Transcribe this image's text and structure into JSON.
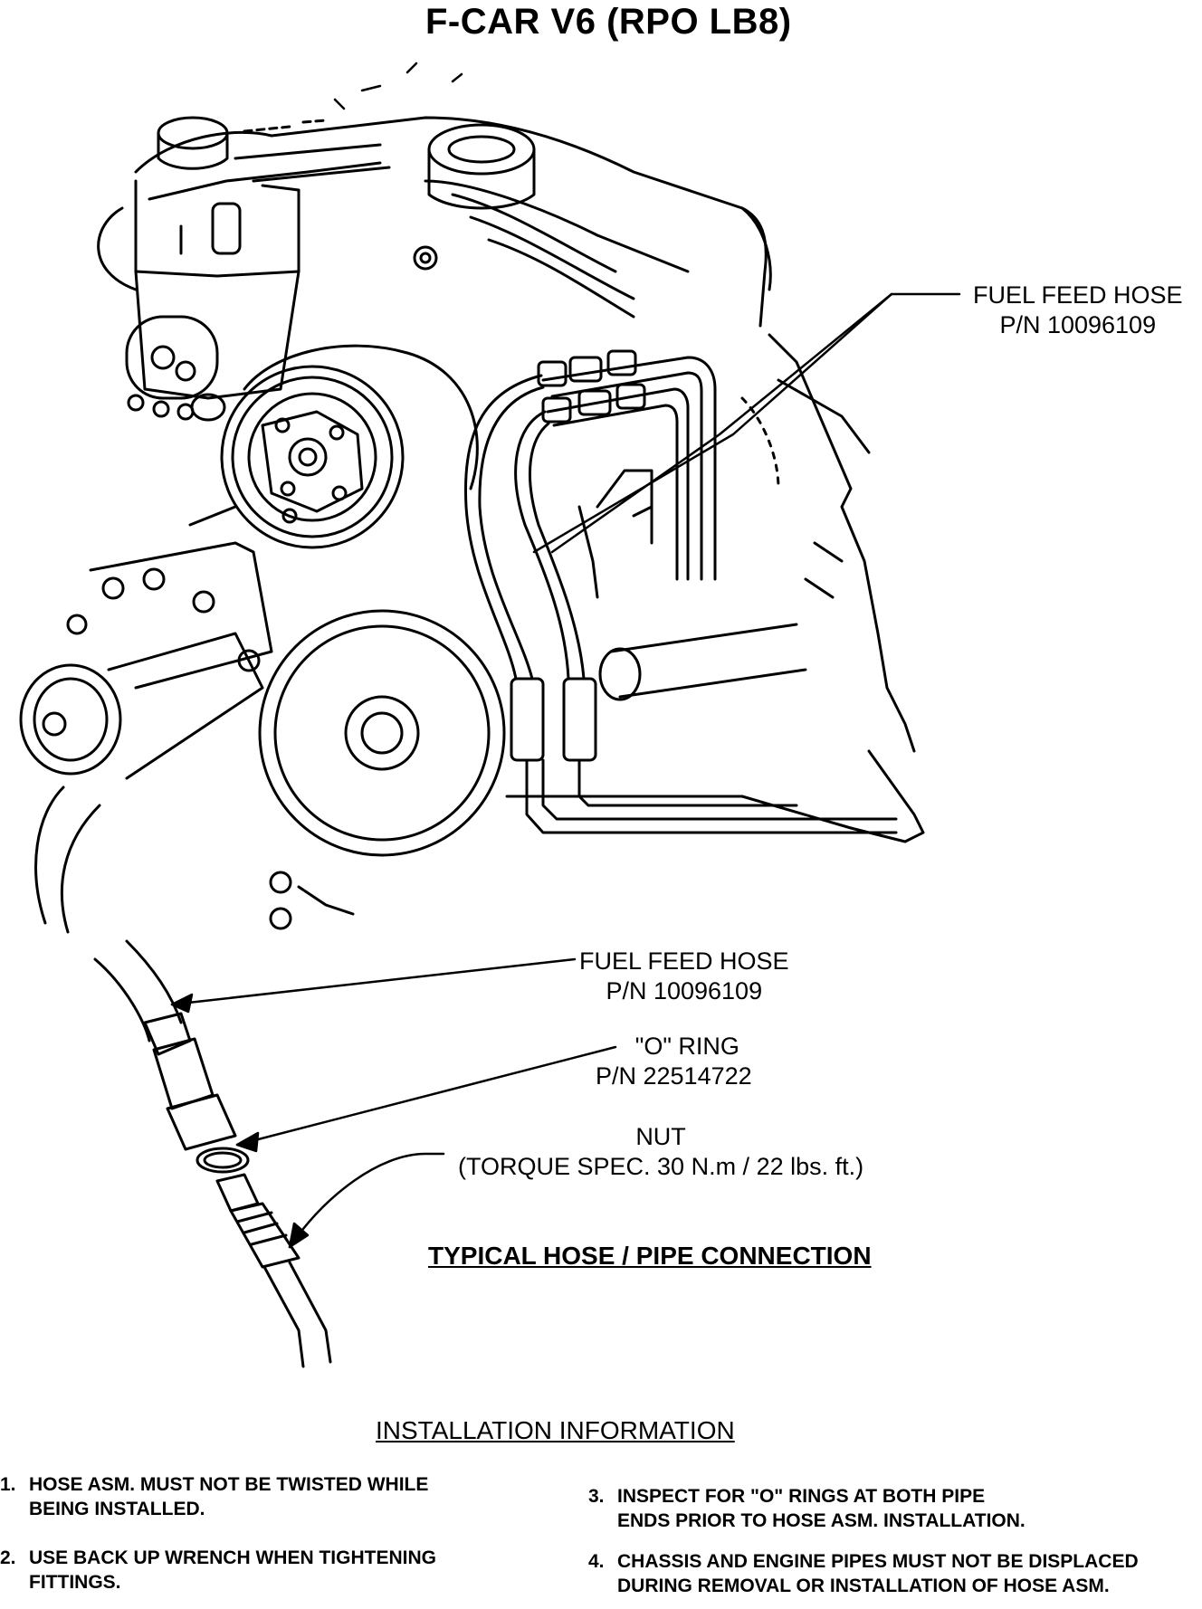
{
  "title": "F-CAR V6 (RPO LB8)",
  "callouts": {
    "fuel_feed_hose_top": {
      "name": "FUEL FEED HOSE",
      "pn": "P/N 10096109"
    },
    "fuel_feed_hose_detail": {
      "name": "FUEL FEED HOSE",
      "pn": "P/N 10096109"
    },
    "o_ring": {
      "name": "\"O\" RING",
      "pn": "P/N 22514722"
    },
    "nut": {
      "name": "NUT",
      "spec": "(TORQUE SPEC. 30 N.m / 22 lbs. ft.)"
    }
  },
  "section_heading": "TYPICAL HOSE / PIPE CONNECTION",
  "install_heading": "INSTALLATION INFORMATION",
  "notes": [
    {
      "num": "1.",
      "text": "HOSE ASM. MUST NOT BE TWISTED WHILE BEING INSTALLED."
    },
    {
      "num": "2.",
      "text": "USE BACK UP WRENCH WHEN TIGHTENING FITTINGS."
    },
    {
      "num": "3.",
      "text": "INSPECT FOR \"O\" RINGS AT BOTH PIPE ENDS PRIOR TO HOSE ASM. INSTALLATION."
    },
    {
      "num": "4.",
      "text": "CHASSIS AND ENGINE PIPES MUST NOT BE DISPLACED DURING REMOVAL OR INSTALLATION OF HOSE ASM."
    }
  ]
}
